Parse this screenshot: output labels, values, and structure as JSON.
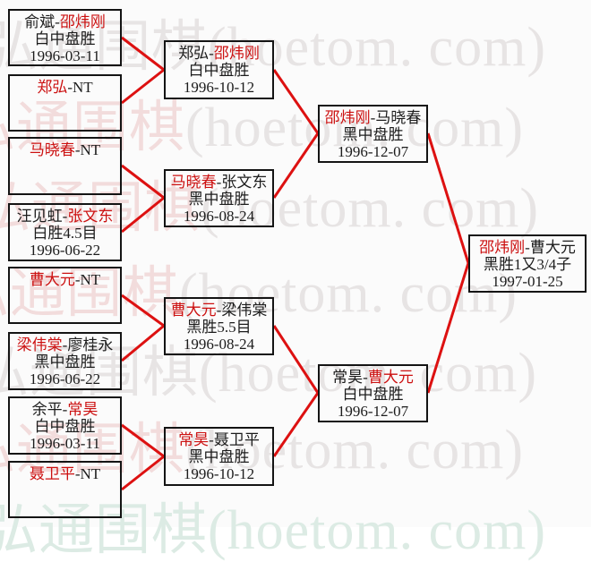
{
  "watermark": {
    "zh": "弘通围棋",
    "en": "(hoetom. com)",
    "gray": "#e7e4e4",
    "pink": "#f2dcdc",
    "teal": "#dcebe4"
  },
  "colors": {
    "winner_text_red": "#cc1111",
    "connector_red": "#dd1111",
    "box_border_black": "#141414",
    "text_black": "#1c1c1c",
    "background": "#fbfbfb"
  },
  "separator": "-",
  "matches": {
    "r1b1": {
      "p1": "俞斌",
      "p2": "邵炜刚",
      "winner": 2,
      "result": "白中盘胜",
      "date": "1996-03-11"
    },
    "r1b2": {
      "p1": "郑弘",
      "p2": "NT",
      "winner": 1,
      "result": "",
      "date": ""
    },
    "r1b3": {
      "p1": "马晓春",
      "p2": "NT",
      "winner": 1,
      "result": "",
      "date": ""
    },
    "r1b4": {
      "p1": "汪见虹",
      "p2": "张文东",
      "winner": 2,
      "result": "白胜4.5目",
      "date": "1996-06-22"
    },
    "r1b5": {
      "p1": "曹大元",
      "p2": "NT",
      "winner": 1,
      "result": "",
      "date": ""
    },
    "r1b6": {
      "p1": "梁伟棠",
      "p2": "廖桂永",
      "winner": 1,
      "result": "黑中盘胜",
      "date": "1996-06-22"
    },
    "r1b7": {
      "p1": "余平",
      "p2": "常昊",
      "winner": 2,
      "result": "白中盘胜",
      "date": "1996-03-11"
    },
    "r1b8": {
      "p1": "聂卫平",
      "p2": "NT",
      "winner": 1,
      "result": "",
      "date": ""
    },
    "r2b1": {
      "p1": "郑弘",
      "p2": "邵炜刚",
      "winner": 2,
      "result": "白中盘胜",
      "date": "1996-10-12"
    },
    "r2b2": {
      "p1": "马晓春",
      "p2": "张文东",
      "winner": 1,
      "result": "黑中盘胜",
      "date": "1996-08-24"
    },
    "r2b3": {
      "p1": "曹大元",
      "p2": "梁伟棠",
      "winner": 1,
      "result": "黑胜5.5目",
      "date": "1996-08-24"
    },
    "r2b4": {
      "p1": "常昊",
      "p2": "聂卫平",
      "winner": 1,
      "result": "黑中盘胜",
      "date": "1996-10-12"
    },
    "sf1": {
      "p1": "邵炜刚",
      "p2": "马晓春",
      "winner": 1,
      "result": "黑中盘胜",
      "date": "1996-12-07"
    },
    "sf2": {
      "p1": "常昊",
      "p2": "曹大元",
      "winner": 2,
      "result": "白中盘胜",
      "date": "1996-12-07"
    },
    "f": {
      "p1": "邵炜刚",
      "p2": "曹大元",
      "winner": 1,
      "result": "黑胜1又3/4子",
      "date": "1997-01-25"
    }
  }
}
